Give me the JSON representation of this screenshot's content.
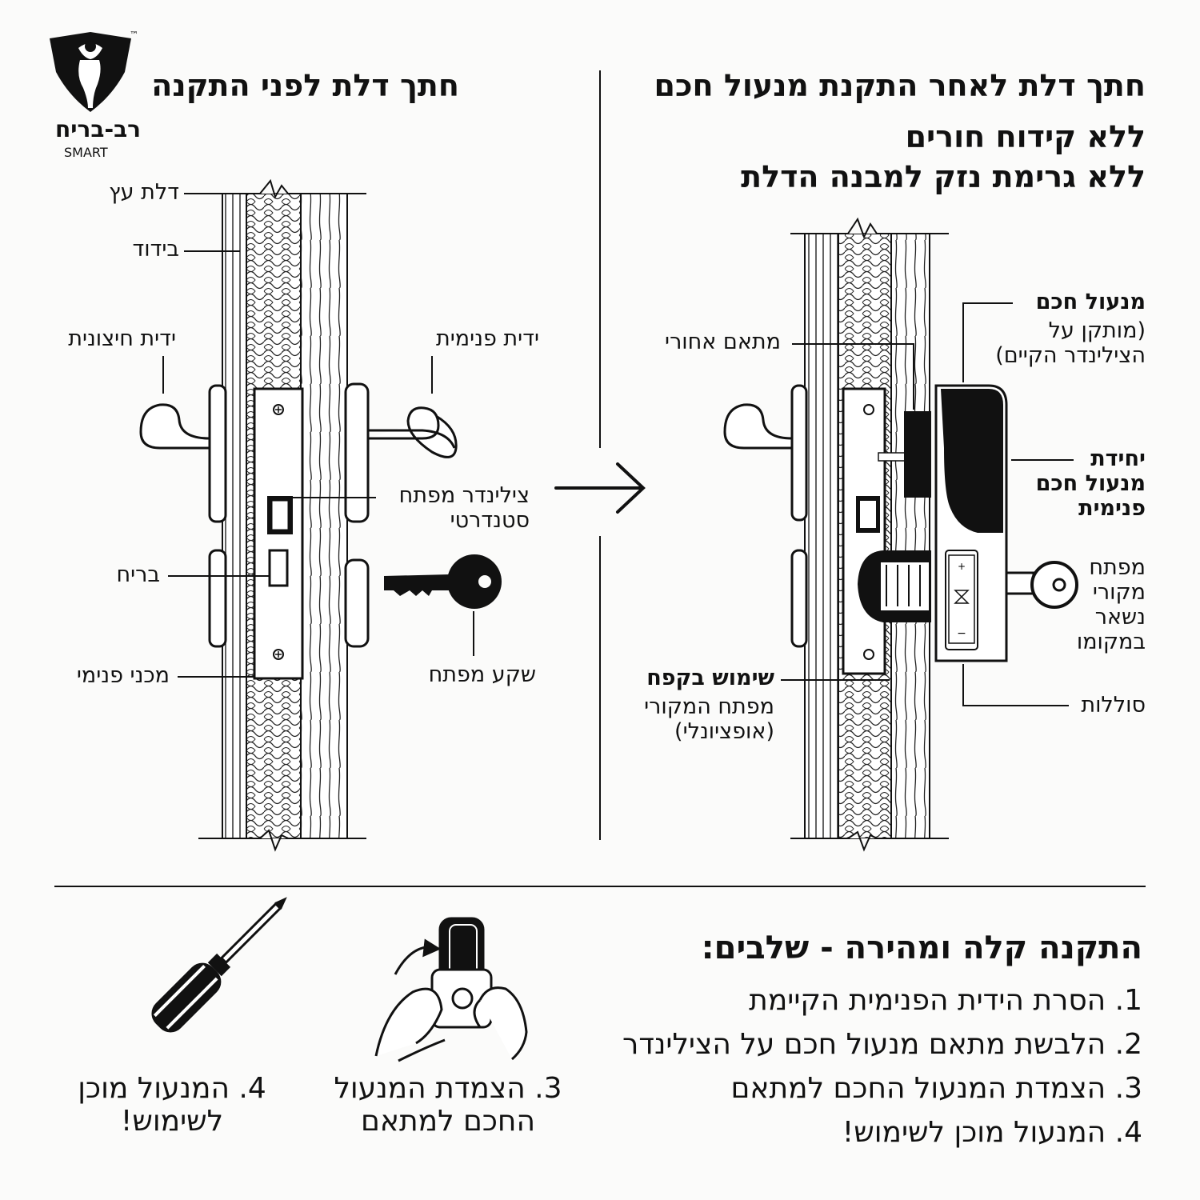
{
  "brand": {
    "name": "רב-בריח",
    "sub": "SMART",
    "tm": "™"
  },
  "left": {
    "title": "חתך דלת לפני התקנה",
    "labels": {
      "wood_door": "דלת עץ",
      "insulation": "בידוד",
      "outer_handle": "ידית חיצונית",
      "inner_handle": "ידית פנימית",
      "cylinder": "צילינדר מפתח\nסטנדרטי",
      "bolt": "בריח",
      "key_slot": "שקע מפתח",
      "inner_mechanism": "מכני פנימי"
    }
  },
  "right": {
    "title": "חתך דלת לאחר התקנת מנעול חכם",
    "subtitle1": "ללא קידוח חורים",
    "subtitle2": "ללא גרימת נזק למבנה הדלת",
    "labels": {
      "smart_lock_title": "מנעול חכם",
      "smart_lock_note": "(מותקן על\nהצילינדר הקיים)",
      "back_adapter": "מתאם אחורי",
      "inner_unit": "יחידת\nמנעול חכם\nפנימית",
      "original_key": "מפתח\nמקורי\nנשאר\nבמקומו",
      "batteries": "סוללות",
      "key_use_title": "שימוש בקפח",
      "key_use_note": "מפתח המקורי\n(אופציונלי)"
    }
  },
  "steps": {
    "heading": "התקנה קלה ומהירה - שלבים:",
    "items": [
      "1. הסרת הידית הפנימית הקיימת",
      "2. הלבשת מתאם מנעול חכם על הצילינדר",
      "3. הצמדת המנעול החכם למתאם",
      "4. המנעול מוכן לשימוש!"
    ],
    "icon_captions": {
      "attach": "3. הצמדת המנעול\nהחכם למתאם",
      "ready": "4. המנעול מוכן\nלשימוש!"
    }
  }
}
